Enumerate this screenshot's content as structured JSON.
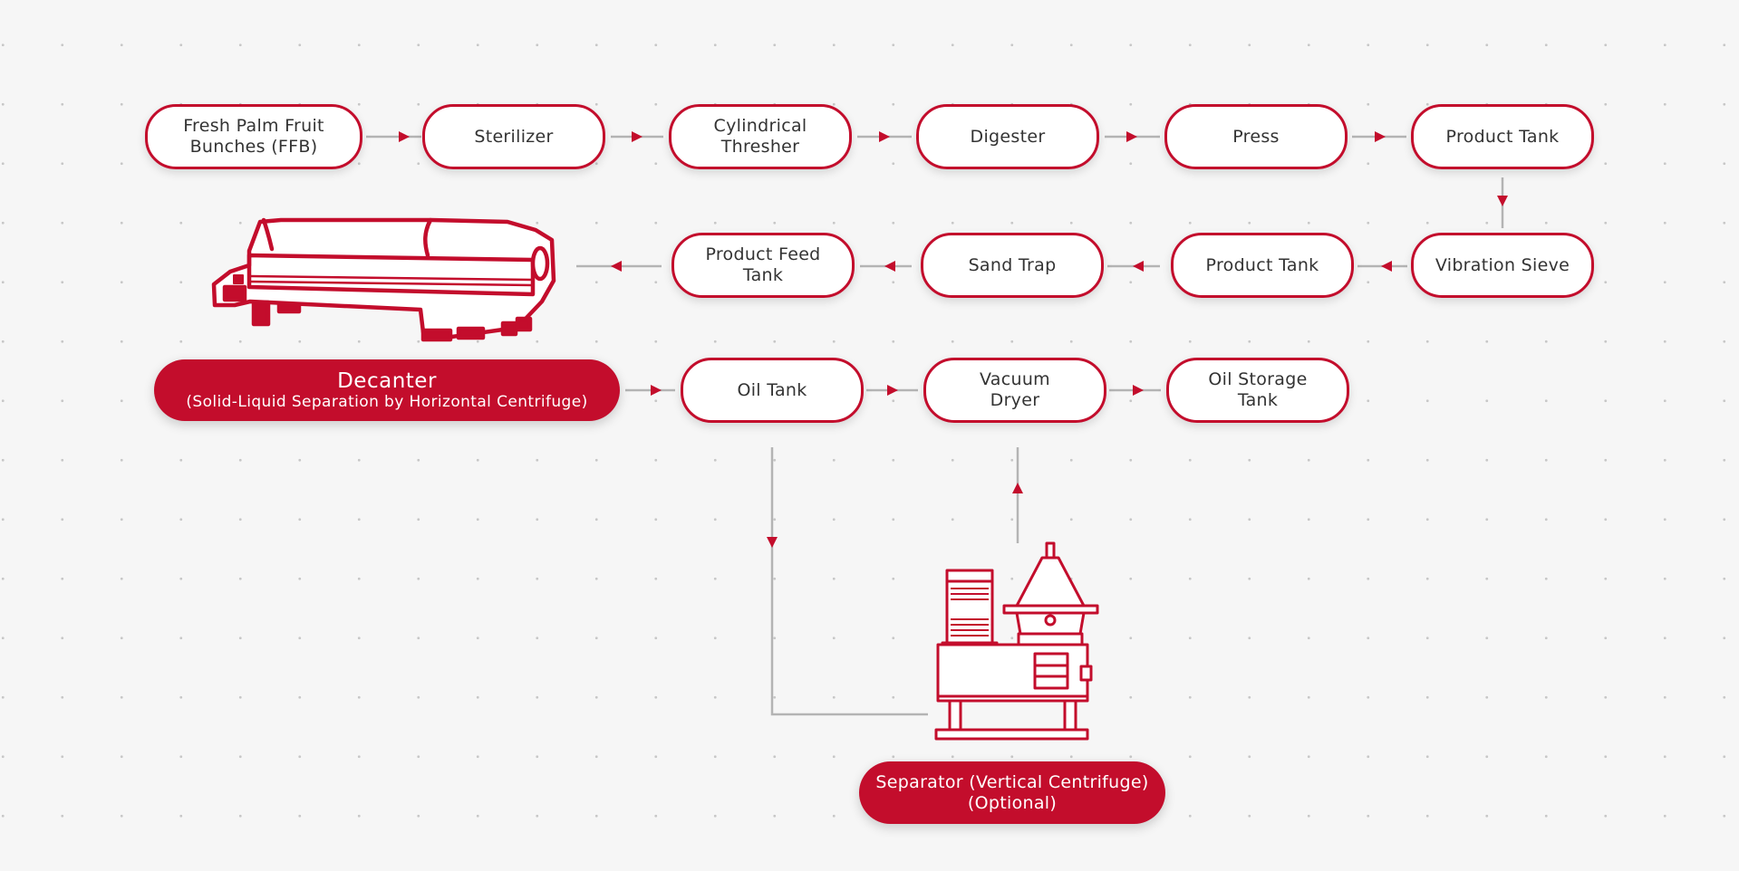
{
  "nodes": {
    "ffb": "Fresh Palm Fruit\nBunches (FFB)",
    "sterilizer": "Sterilizer",
    "thresher": "Cylindrical\nThresher",
    "digester": "Digester",
    "press": "Press",
    "product_tank_1": "Product Tank",
    "vibration_sieve": "Vibration Sieve",
    "product_tank_2": "Product Tank",
    "sand_trap": "Sand Trap",
    "product_feed_tank": "Product Feed\nTank",
    "oil_tank": "Oil Tank",
    "vacuum_dryer": "Vacuum\nDryer",
    "oil_storage_tank": "Oil Storage\nTank"
  },
  "decanter": {
    "title": "Decanter",
    "subtitle": "(Solid-Liquid Separation by Horizontal Centrifuge)"
  },
  "separator": {
    "line1": "Separator (Vertical Centrifuge)",
    "line2": "(Optional)"
  },
  "colors": {
    "accent": "#c30d2c",
    "connector": "#b4b4b4",
    "text": "#333333",
    "background": "#f6f6f6"
  },
  "icons": [
    "decanter-machine-icon",
    "separator-machine-icon"
  ]
}
